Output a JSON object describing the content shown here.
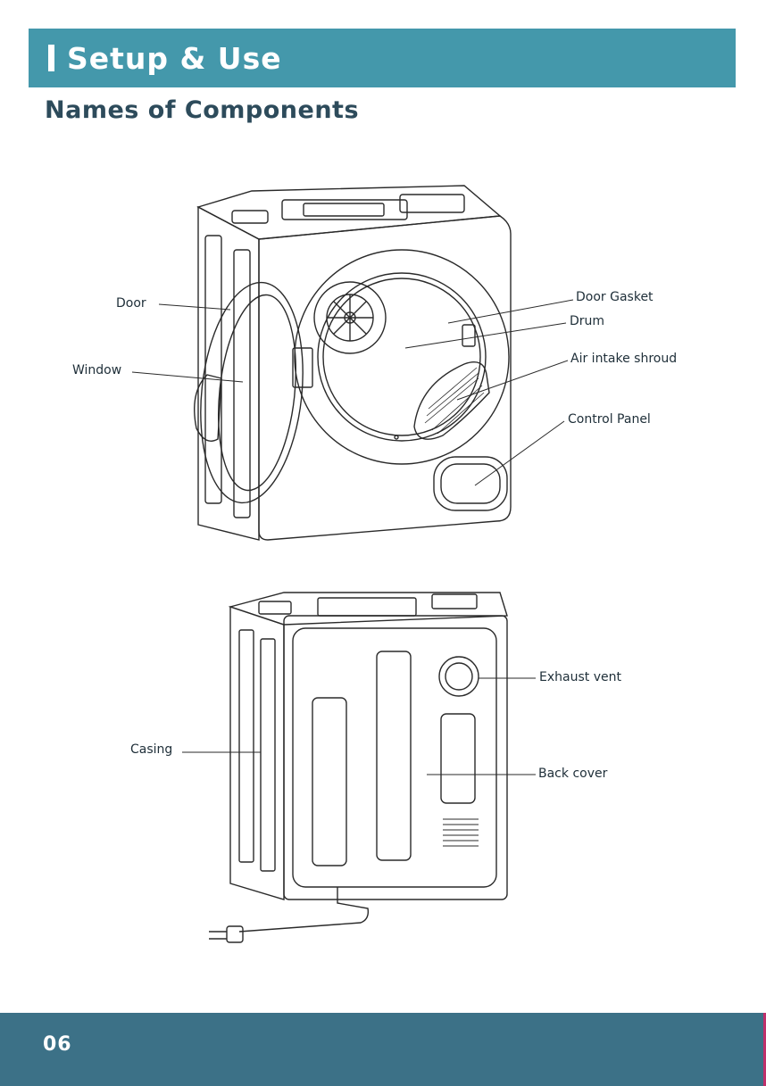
{
  "header": {
    "title": "Setup & Use"
  },
  "section": {
    "title": "Names of Components"
  },
  "labels": {
    "door": "Door",
    "window": "Window",
    "door_gasket": "Door Gasket",
    "drum": "Drum",
    "air_intake_shroud": "Air intake shroud",
    "control_panel": "Control Panel",
    "exhaust_vent": "Exhaust vent",
    "casing": "Casing",
    "back_cover": "Back cover"
  },
  "footer": {
    "page_number": "06"
  },
  "colors": {
    "header": "#4498ab",
    "footer": "#3c7187",
    "heading_text": "#2d4b5b",
    "accent": "#c0306b"
  }
}
